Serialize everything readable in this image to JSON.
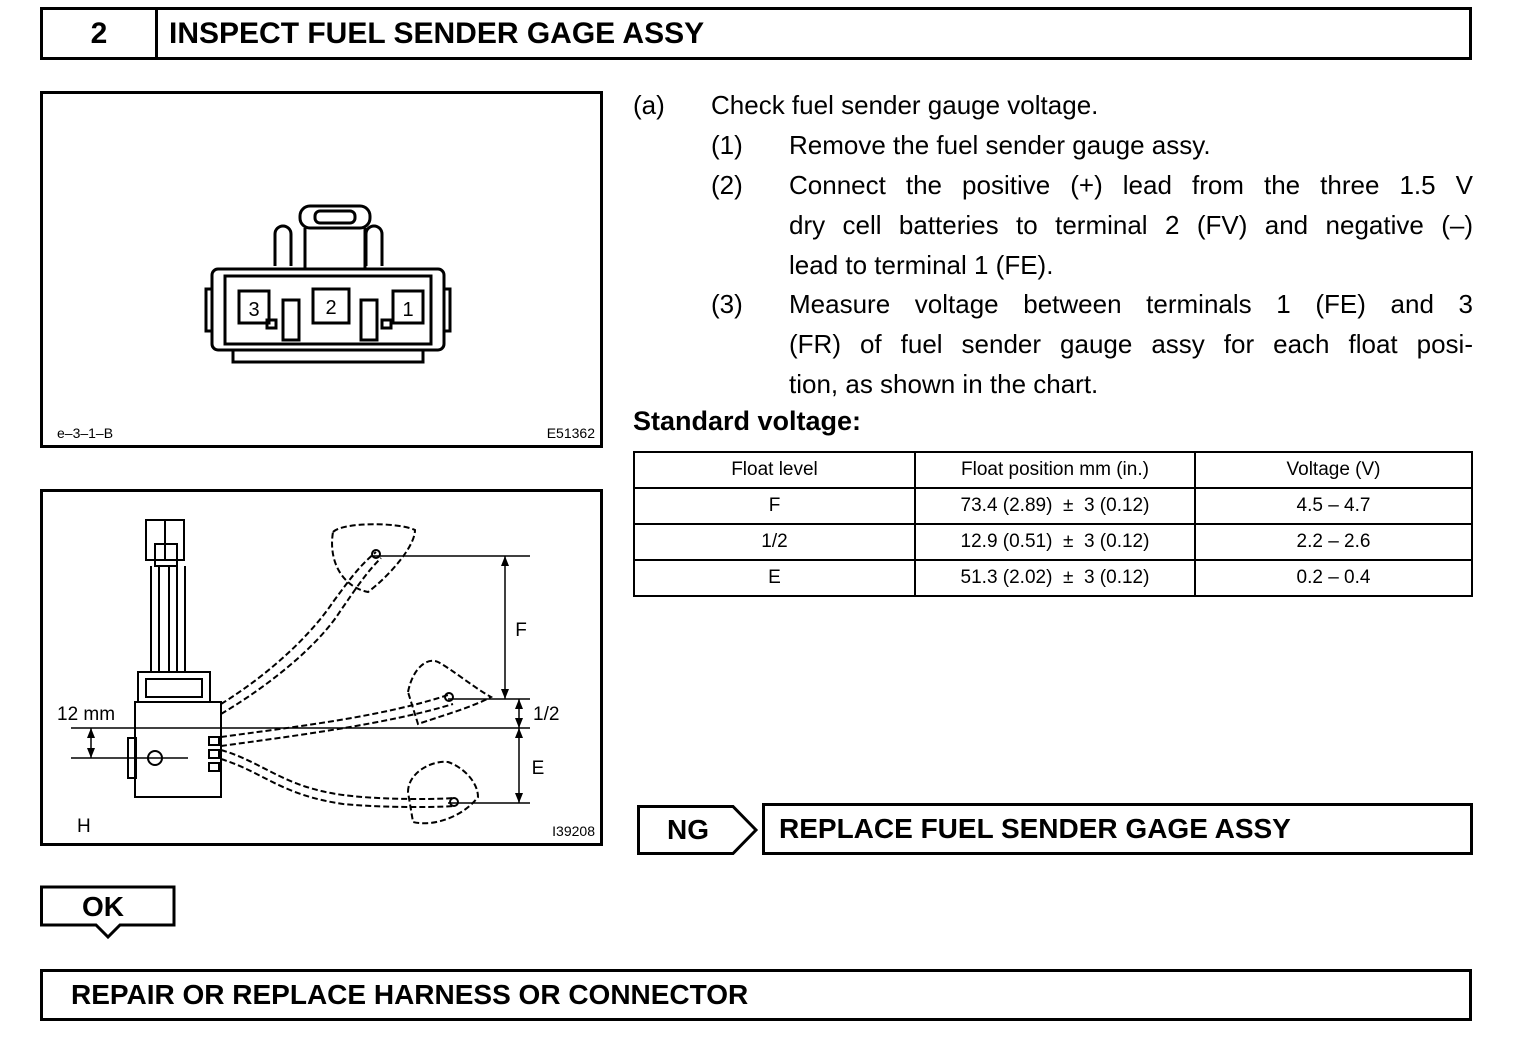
{
  "header": {
    "step_number": "2",
    "title": "INSPECT FUEL SENDER GAGE ASSY"
  },
  "figure1": {
    "terminal_labels": [
      "3",
      "2",
      "1"
    ],
    "code_left": "e–3–1–B",
    "code_right": "E51362"
  },
  "figure2": {
    "dimension_label": "12 mm",
    "position_labels": {
      "f": "F",
      "half": "1/2",
      "e": "E"
    },
    "corner_label": "H",
    "code_right": "I39208"
  },
  "instructions": [
    {
      "marker": "(a)",
      "text": "Check fuel sender gauge voltage."
    },
    {
      "marker": "(1)",
      "text": "Remove the fuel sender gauge assy."
    },
    {
      "marker": "(2)",
      "lines": [
        "Connect the positive (+) lead from the three 1.5 V",
        "dry cell batteries to terminal 2 (FV) and negative (–)",
        "lead to terminal 1 (FE)."
      ]
    },
    {
      "marker": "(3)",
      "lines": [
        "Measure voltage between terminals 1 (FE) and 3",
        "(FR) of fuel sender gauge assy for each float posi-",
        "tion, as shown in the chart."
      ]
    }
  ],
  "standard_voltage_label": "Standard voltage:",
  "spec_table": {
    "headers": [
      "Float level",
      "Float position mm (in.)",
      "Voltage (V)"
    ],
    "rows": [
      [
        "F",
        "73.4 (2.89)  ±  3 (0.12)",
        "4.5 – 4.7"
      ],
      [
        "1/2",
        "12.9 (0.51)  ±  3 (0.12)",
        "2.2 – 2.6"
      ],
      [
        "E",
        "51.3 (2.02)  ±  3 (0.12)",
        "0.2 – 0.4"
      ]
    ]
  },
  "ng": {
    "label": "NG",
    "result": "REPLACE FUEL SENDER GAGE ASSY"
  },
  "ok": {
    "label": "OK",
    "result": "REPAIR OR REPLACE HARNESS OR CONNECTOR"
  }
}
